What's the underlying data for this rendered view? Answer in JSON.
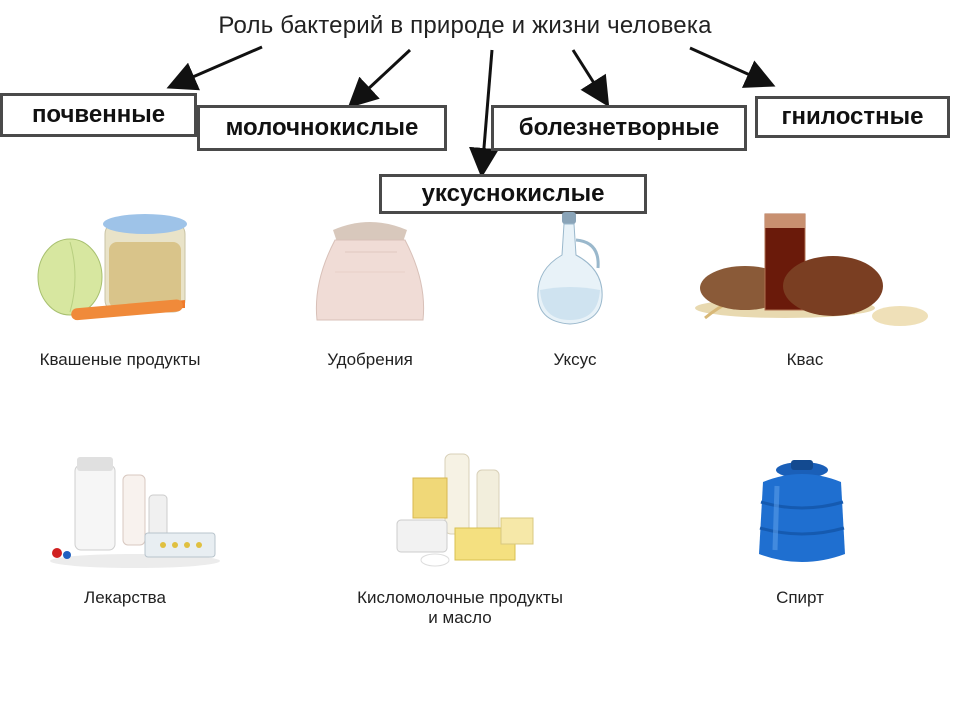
{
  "title": "Роль бактерий в природе и жизни человека",
  "categories": [
    {
      "id": "soil",
      "label": "почвенные"
    },
    {
      "id": "lactic",
      "label": "молочнокислые"
    },
    {
      "id": "acetic",
      "label": "уксуснокислые"
    },
    {
      "id": "pathogenic",
      "label": "болезнетворные"
    },
    {
      "id": "putrefactive",
      "label": "гнилостные"
    }
  ],
  "products": [
    {
      "id": "fermented",
      "icon": "pickled-vegetables-icon",
      "label": "Квашеные продукты"
    },
    {
      "id": "fertilizer",
      "icon": "fertilizer-sack-icon",
      "label": "Удобрения"
    },
    {
      "id": "vinegar",
      "icon": "vinegar-carafe-icon",
      "label": "Уксус"
    },
    {
      "id": "kvass",
      "icon": "kvass-bread-icon",
      "label": "Квас"
    },
    {
      "id": "medicine",
      "icon": "medicine-bottles-icon",
      "label": "Лекарства"
    },
    {
      "id": "dairy",
      "icon": "dairy-products-icon",
      "label": "Кисломолочные продукты\nи масло"
    },
    {
      "id": "alcohol",
      "icon": "blue-barrel-icon",
      "label": "Спирт"
    }
  ],
  "colors": {
    "box_border": "#4a4a4a",
    "arrow": "#111111",
    "barrel": "#1f6fd0"
  }
}
